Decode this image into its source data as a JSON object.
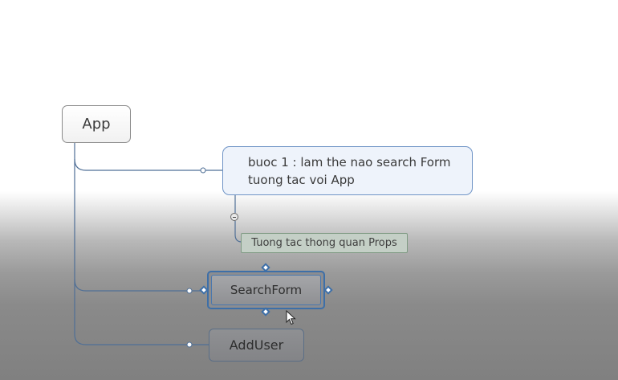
{
  "diagram": {
    "nodes": {
      "app": {
        "label": "App"
      },
      "buoc1": {
        "label": "buoc 1 : lam the nao search Form\ntuong tac voi App"
      },
      "props": {
        "label": "Tuong tac thong quan Props"
      },
      "searchform": {
        "label": "SearchForm",
        "state": "selected"
      },
      "adduser": {
        "label": "AddUser"
      }
    },
    "edges": [
      {
        "from": "app",
        "to": "buoc1"
      },
      {
        "from": "app",
        "to": "searchform"
      },
      {
        "from": "app",
        "to": "adduser"
      },
      {
        "from": "buoc1",
        "to": "props"
      }
    ],
    "colors": {
      "connector": "#4f6f96",
      "selection": "#3d6fa8",
      "topic_border": "#6f94c6",
      "topic_fill": "#eef3fb"
    },
    "icons": {
      "collapse": "collapse-minus-icon",
      "pointer": "mouse-cursor-icon"
    }
  }
}
